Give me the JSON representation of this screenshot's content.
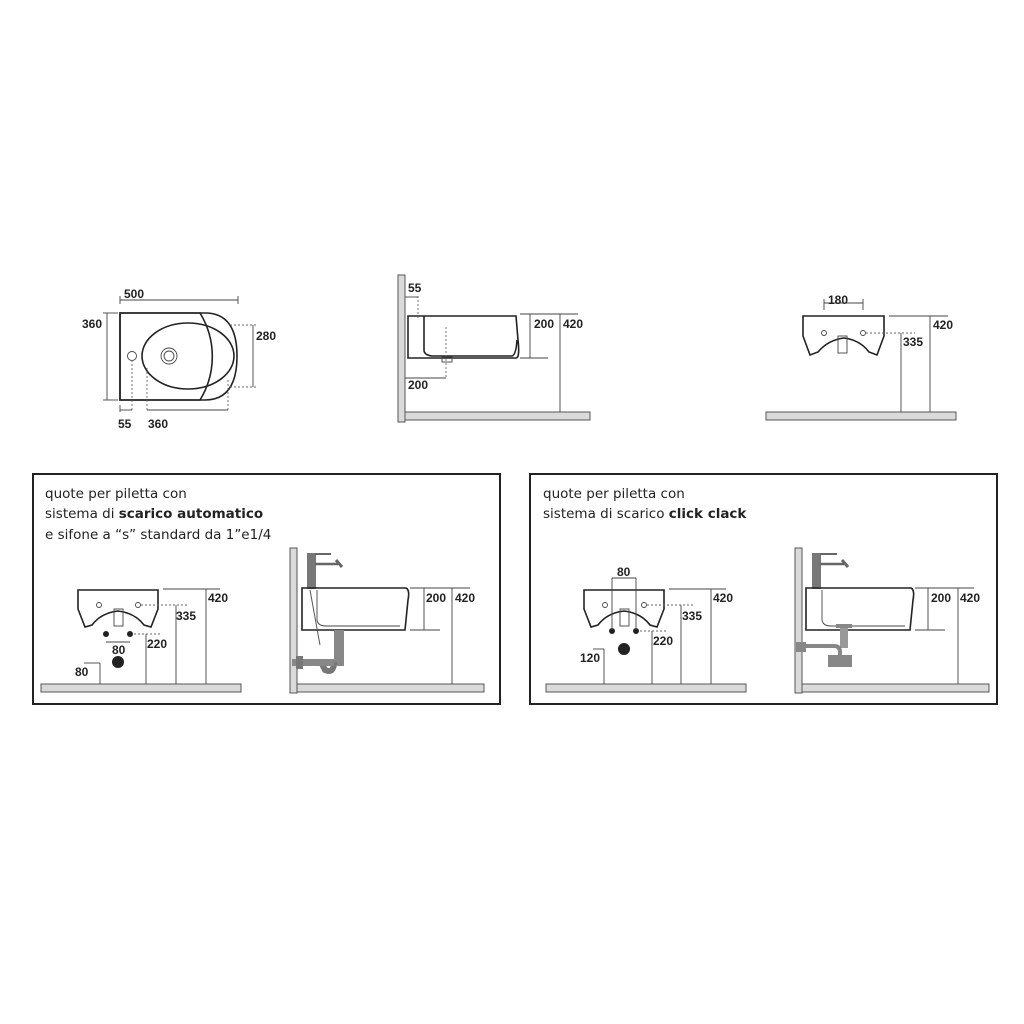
{
  "top_plan": {
    "width": "500",
    "depth": "360",
    "bowl": "280",
    "hole_offset": "55",
    "bowl_offset": "360"
  },
  "top_side": {
    "wall_gap": "55",
    "height": "200",
    "total": "420",
    "drain": "200"
  },
  "top_front": {
    "holes": "180",
    "total": "420",
    "holes_h": "335"
  },
  "panel_auto": {
    "line1": "quote per piletta con",
    "line2_pre": "sistema di ",
    "line2_bold": "scarico automatico",
    "line3": "e sifone a “s” standard da 1”e1/4",
    "front": {
      "total": "420",
      "holes_h": "335",
      "pipes_h": "220",
      "pipes_w": "80",
      "drain_h": "80"
    },
    "side": {
      "height": "200",
      "total": "420"
    }
  },
  "panel_click": {
    "line1": "quote per piletta con",
    "line2_pre": "sistema di scarico ",
    "line2_bold": "click clack",
    "front": {
      "pipes_w": "80",
      "total": "420",
      "holes_h": "335",
      "pipes_h": "220",
      "drain_h": "120"
    },
    "side": {
      "height": "200",
      "total": "420"
    }
  }
}
